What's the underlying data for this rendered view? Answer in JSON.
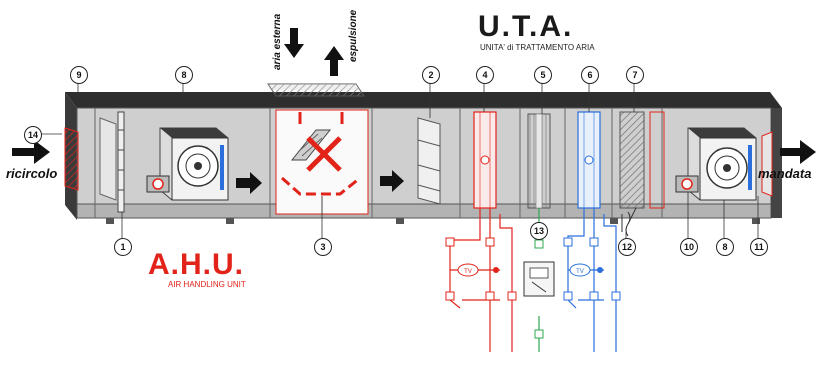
{
  "uta_title": "U.T.A.",
  "uta_subtitle": "UNITA' di TRATTAMENTO ARIA",
  "ahu_title": "A.H.U.",
  "ahu_subtitle": "AIR HANDLING UNIT",
  "flows": {
    "ricircolo": "ricircolo",
    "mandata": "mandata",
    "aria_esterna": "aria esterna",
    "espulsione": "espulsione"
  },
  "tags": {
    "t1": "1",
    "t2": "2",
    "t3": "3",
    "t4": "4",
    "t5": "5",
    "t6": "6",
    "t7": "7",
    "t8a": "8",
    "t8b": "8",
    "t9": "9",
    "t10": "10",
    "t11": "11",
    "t12": "12",
    "t13": "13",
    "t14": "14"
  },
  "valve_label": "TV",
  "colors": {
    "hot": "#e2231a",
    "cold": "#2a6fdb",
    "supply": "#2fa84f",
    "casing": "#bdbdbd"
  }
}
